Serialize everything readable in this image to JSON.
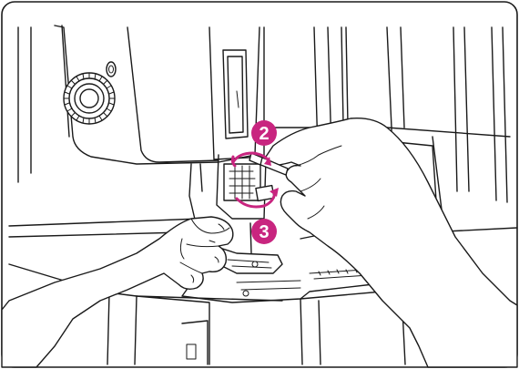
{
  "illustration": {
    "subject": "sewing-machine-needle-threading-step",
    "steps": [
      {
        "number": "2",
        "color": "#c8257f"
      },
      {
        "number": "3",
        "color": "#c8257f"
      }
    ],
    "accent_color": "#c8257f",
    "line_color": "#1a1a1a",
    "frame_color": "#1a1a1a"
  }
}
